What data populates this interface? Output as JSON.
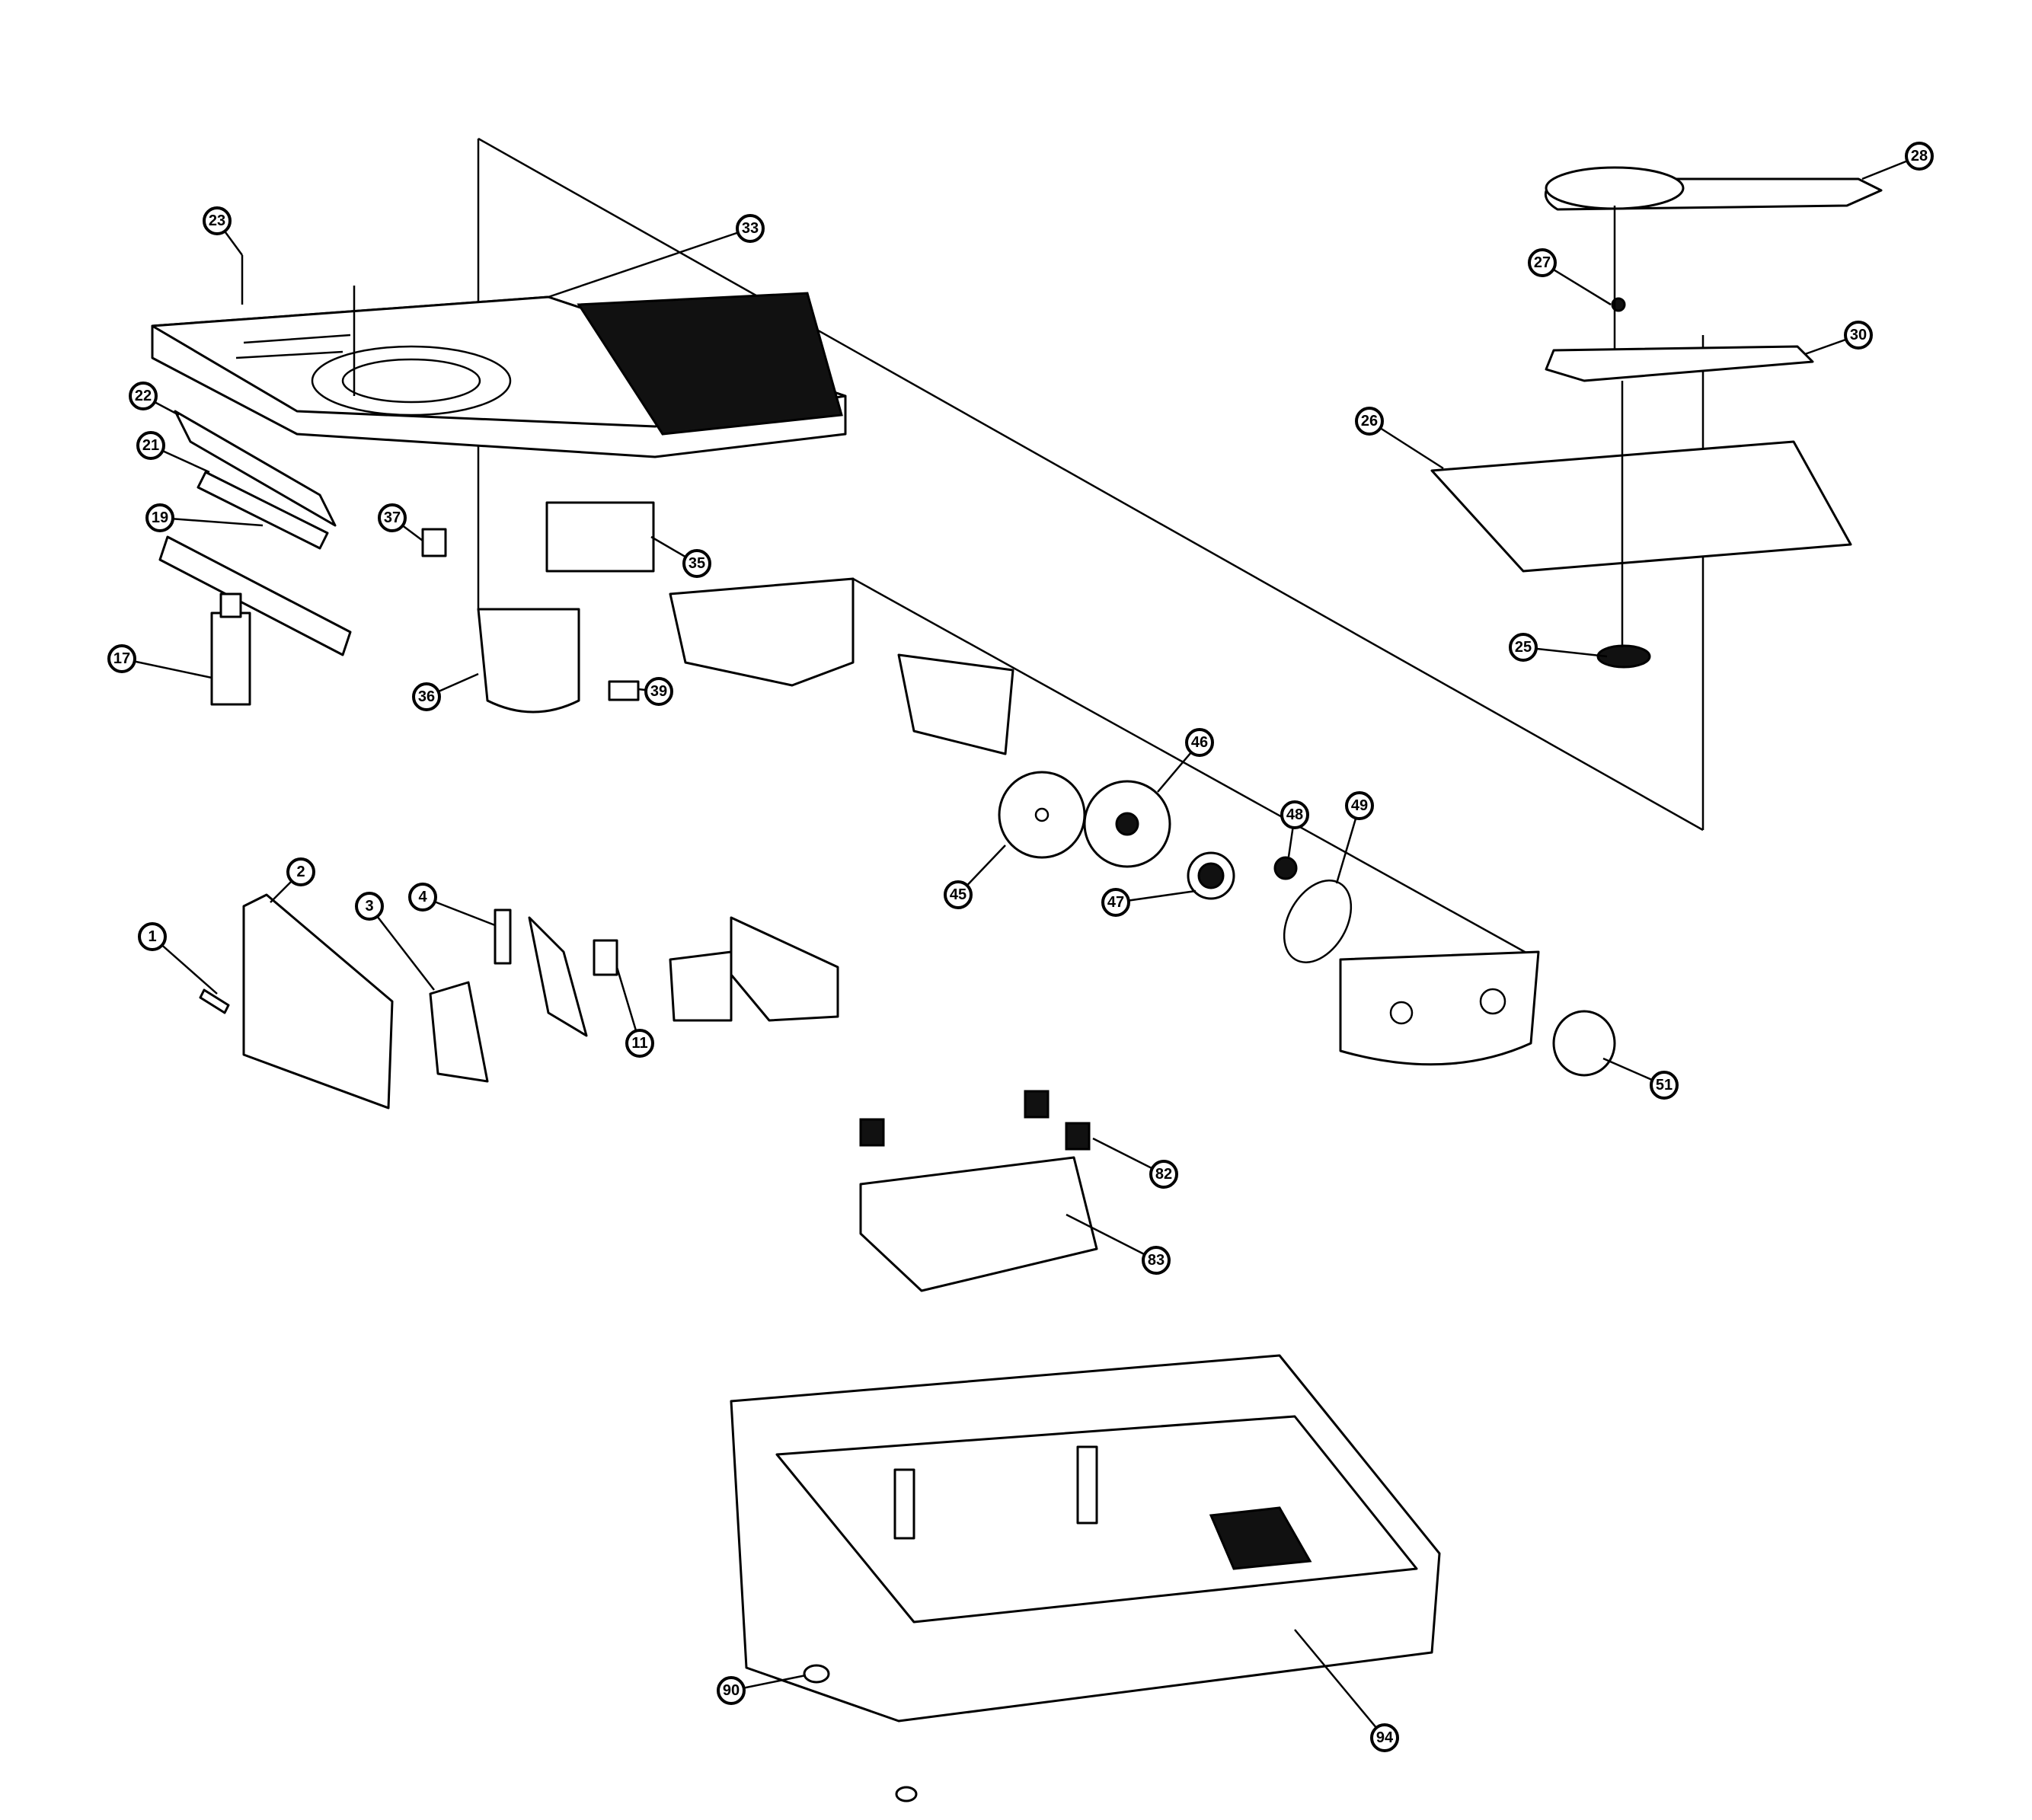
{
  "callouts": [
    {
      "id": "c1",
      "label": "1"
    },
    {
      "id": "c2",
      "label": "2"
    },
    {
      "id": "c3",
      "label": "3"
    },
    {
      "id": "c4",
      "label": "4"
    },
    {
      "id": "c11",
      "label": "11"
    },
    {
      "id": "c17",
      "label": "17"
    },
    {
      "id": "c19",
      "label": "19"
    },
    {
      "id": "c21",
      "label": "21"
    },
    {
      "id": "c22",
      "label": "22"
    },
    {
      "id": "c23",
      "label": "23"
    },
    {
      "id": "c25",
      "label": "25"
    },
    {
      "id": "c26",
      "label": "26"
    },
    {
      "id": "c27",
      "label": "27"
    },
    {
      "id": "c28",
      "label": "28"
    },
    {
      "id": "c30",
      "label": "30"
    },
    {
      "id": "c33",
      "label": "33"
    },
    {
      "id": "c35",
      "label": "35"
    },
    {
      "id": "c36",
      "label": "36"
    },
    {
      "id": "c37",
      "label": "37"
    },
    {
      "id": "c39",
      "label": "39"
    },
    {
      "id": "c45",
      "label": "45"
    },
    {
      "id": "c46",
      "label": "46"
    },
    {
      "id": "c47",
      "label": "47"
    },
    {
      "id": "c48",
      "label": "48"
    },
    {
      "id": "c49",
      "label": "49"
    },
    {
      "id": "c51",
      "label": "51"
    },
    {
      "id": "c82",
      "label": "82"
    },
    {
      "id": "c83",
      "label": "83"
    },
    {
      "id": "c90",
      "label": "90"
    },
    {
      "id": "c94",
      "label": "94"
    }
  ],
  "colors": {
    "ink": "#000000",
    "paper": "#ffffff"
  }
}
